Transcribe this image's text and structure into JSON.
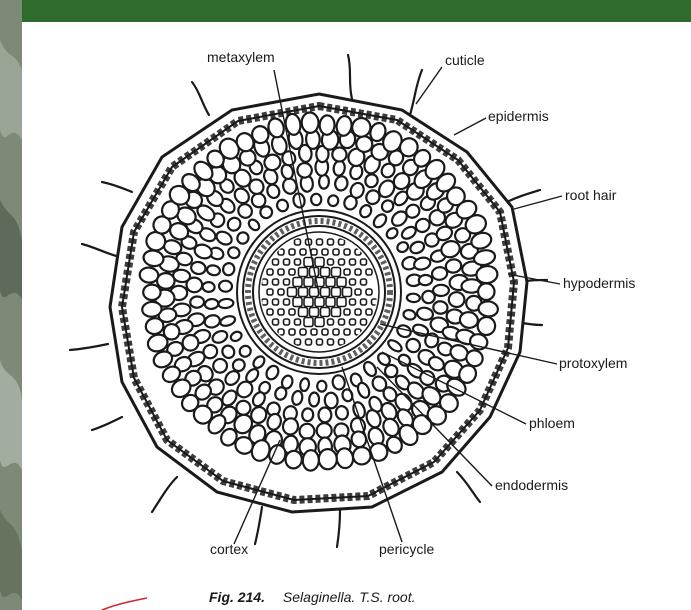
{
  "diagram": {
    "labels": {
      "metaxylem": "metaxylem",
      "cuticle": "cuticle",
      "epidermis": "epidermis",
      "root_hair": "root hair",
      "hypodermis": "hypodermis",
      "protoxylem": "protoxylem",
      "phloem": "phloem",
      "endodermis": "endodermis",
      "pericycle": "pericycle",
      "cortex": "cortex"
    },
    "caption": {
      "number": "Fig. 214.",
      "text": "Selaginella. T.S. root."
    }
  },
  "colors": {
    "frame": "#2f6b2c",
    "paper": "#ffffff",
    "ink": "#1a1a1a",
    "annotation_mark": "#d8242a"
  }
}
